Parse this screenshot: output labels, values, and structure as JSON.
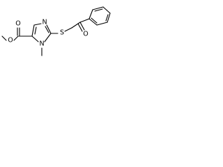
{
  "molecule": {
    "atoms": {
      "ester_o_methyl": "O",
      "ester_o_carbonyl": "O",
      "ring_n_methyl": "N",
      "ring_n": "N",
      "sulfur": "S",
      "ketone_o": "O"
    }
  },
  "colors": {
    "line": "#000000",
    "background": "#ffffff"
  }
}
